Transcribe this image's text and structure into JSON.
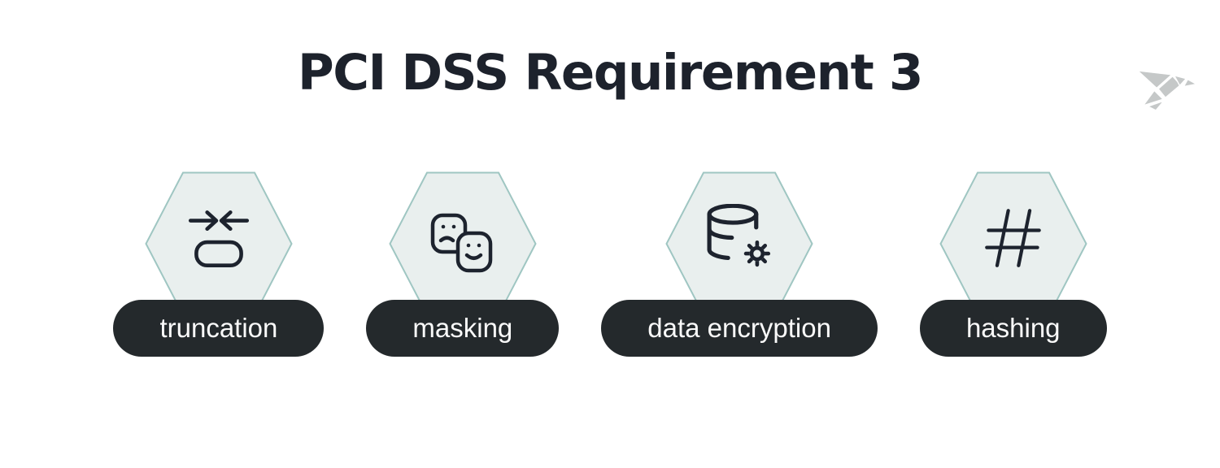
{
  "title": "PCI DSS Requirement 3",
  "brand": {
    "logo": "origami-bird-logo"
  },
  "colors": {
    "background": "#ffffff",
    "title_color": "#1d222c",
    "hex_fill": "#e9efee",
    "hex_border": "#9fc6c2",
    "pill_bg": "#24292c",
    "pill_text": "#fafafa",
    "icon_stroke": "#1d232e",
    "logo_gray": "#c5c8c8"
  },
  "items": [
    {
      "label": "truncation",
      "icon": "truncation-arrows-icon"
    },
    {
      "label": "masking",
      "icon": "theater-masks-icon"
    },
    {
      "label": "data encryption",
      "icon": "database-gear-icon"
    },
    {
      "label": "hashing",
      "icon": "hash-icon"
    }
  ]
}
